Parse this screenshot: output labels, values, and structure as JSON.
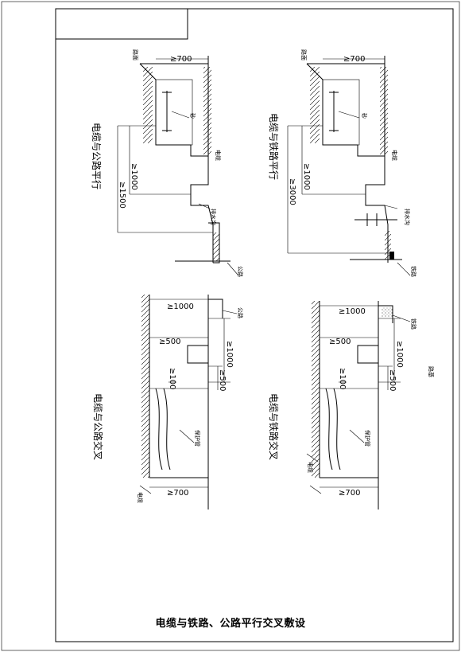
{
  "drawing": {
    "caption": "电缆与铁路、公路平行交叉敷设"
  },
  "panels": {
    "road_parallel": {
      "title": "电缆与公路平行",
      "dim_top": "≥700",
      "dim_depth": "≥1000",
      "dim_horiz": "≥1500",
      "labels": [
        "路面",
        "砂",
        "电缆",
        "排水沟",
        "公路"
      ]
    },
    "rail_parallel": {
      "title": "电缆与铁路平行",
      "dim_top": "≥700",
      "dim_depth": "≥1000",
      "dim_horiz": "≥3000",
      "labels": [
        "路面",
        "砂",
        "电缆",
        "排水沟",
        "铁路"
      ]
    },
    "road_cross": {
      "title": "电缆与公路交叉",
      "dim_top": "≥1000",
      "dim_mid": "≥500",
      "dim_depth": "≥1000",
      "dim_small": "≥500",
      "dim_side": "≥100",
      "dim_bottom": "≥700",
      "labels": [
        "公路",
        "保护管",
        "电缆"
      ]
    },
    "rail_cross": {
      "title": "电缆与铁路交叉",
      "dim_top": "≥1000",
      "dim_mid": "≥500",
      "dim_depth": "≥1000",
      "dim_small": "≥500",
      "dim_side": "≥100",
      "dim_bottom": "≥700",
      "labels": [
        "铁路",
        "路基",
        "保护管",
        "电缆"
      ]
    }
  }
}
